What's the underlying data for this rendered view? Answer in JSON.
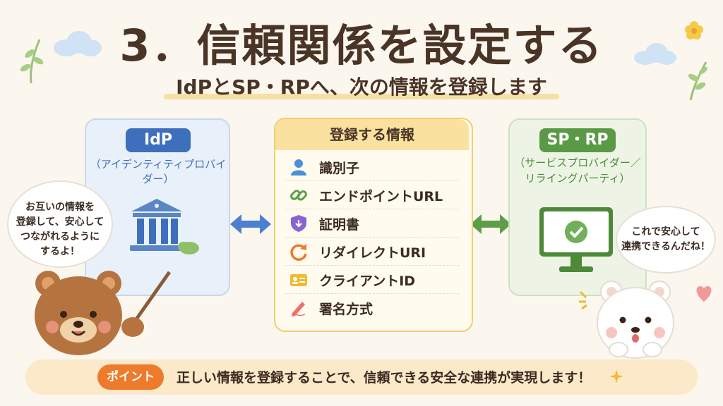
{
  "header": {
    "title": "3．信頼関係を設定する",
    "subtitle": "IdPとSP・RPへ、次の情報を登録します"
  },
  "idp": {
    "label": "IdP",
    "sub": "（アイデンティティプロバイダー）"
  },
  "sp": {
    "label": "SP・RP",
    "sub_line1": "（サービスプロバイダー／",
    "sub_line2": "リライングパーティ）"
  },
  "register": {
    "heading": "登録する情報",
    "items": [
      {
        "label": "識別子",
        "icon": "person-icon"
      },
      {
        "label": "エンドポイントURL",
        "icon": "link-icon"
      },
      {
        "label": "証明書",
        "icon": "shield-icon"
      },
      {
        "label": "リダイレクトURI",
        "icon": "redirect-icon"
      },
      {
        "label": "クライアントID",
        "icon": "id-card-icon"
      },
      {
        "label": "署名方式",
        "icon": "pen-icon"
      }
    ]
  },
  "bubbles": {
    "left": [
      "お互いの情報を",
      "登録して、安心して",
      "つながれるように",
      "するよ！"
    ],
    "right": [
      "これで安心して",
      "連携できるんだね！"
    ]
  },
  "footer": {
    "badge": "ポイント",
    "text": "正しい情報を登録することで、信頼できる安全な連携が実現します！"
  },
  "colors": {
    "idp": "#3e6fbc",
    "sp": "#5a9a46",
    "accent": "#ee7a2b",
    "highlight": "#f0cf6d"
  }
}
